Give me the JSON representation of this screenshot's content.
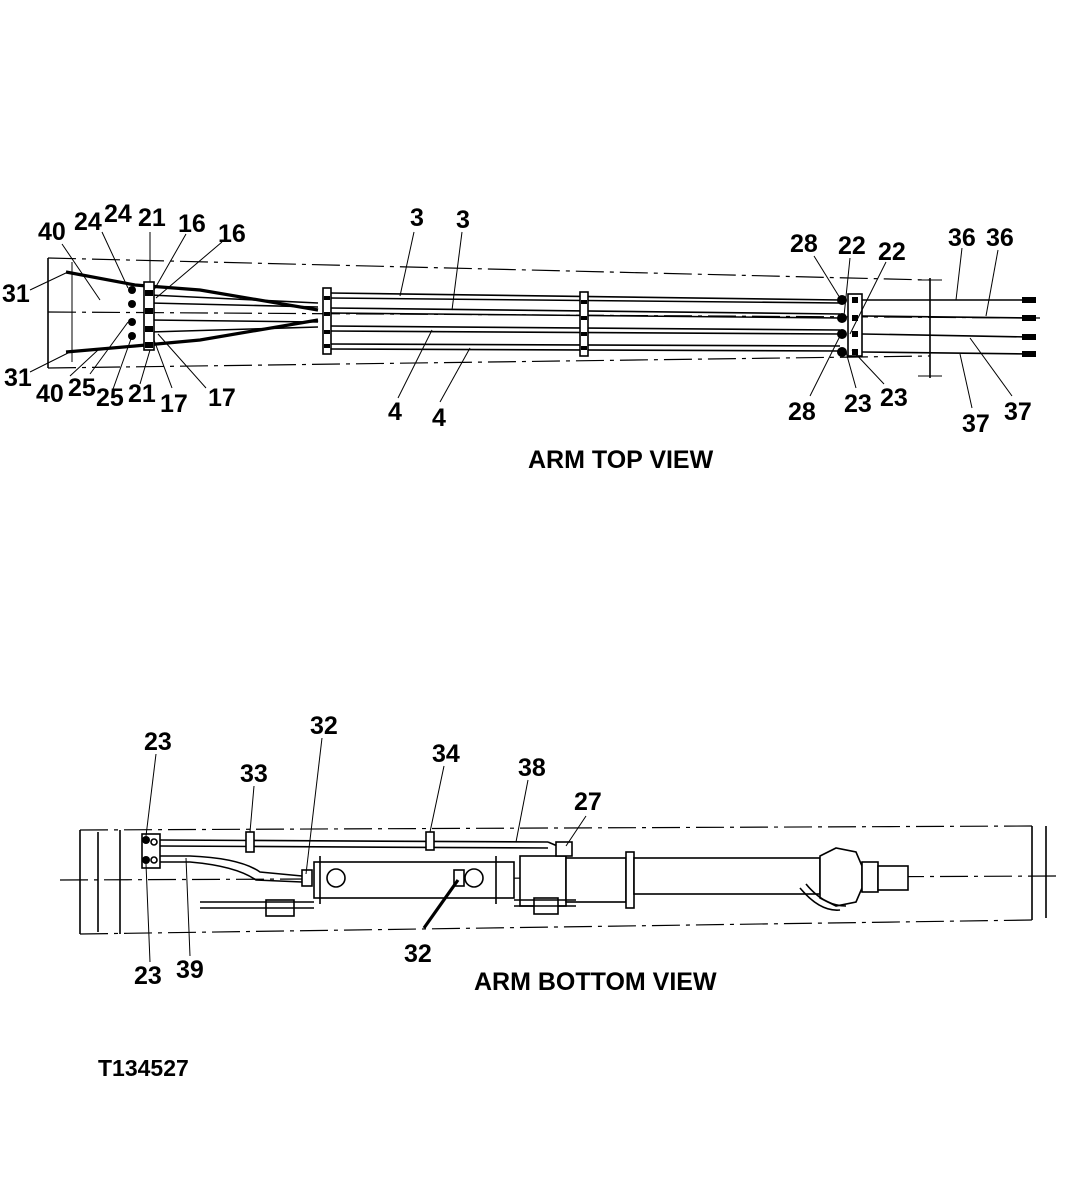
{
  "top_view": {
    "title": "ARM TOP VIEW",
    "callouts": [
      "40",
      "24",
      "24",
      "21",
      "16",
      "16",
      "3",
      "3",
      "28",
      "22",
      "22",
      "36",
      "36",
      "31",
      "31",
      "40",
      "25",
      "25",
      "21",
      "17",
      "17",
      "4",
      "4",
      "28",
      "23",
      "23",
      "37",
      "37"
    ]
  },
  "bottom_view": {
    "title": "ARM BOTTOM VIEW",
    "callouts": [
      "23",
      "33",
      "32",
      "34",
      "38",
      "27",
      "23",
      "39",
      "32"
    ]
  },
  "figure_ref": "T134527"
}
